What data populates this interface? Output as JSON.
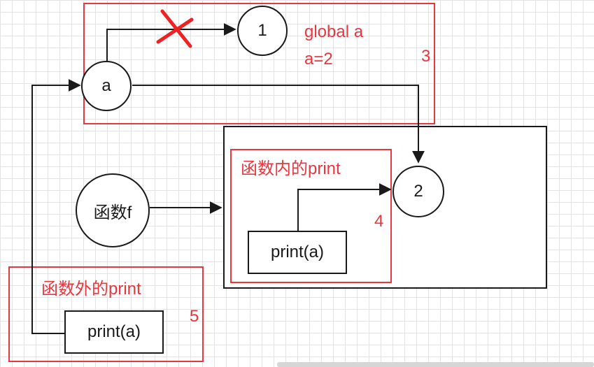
{
  "nodes": {
    "one": "1",
    "a": "a",
    "two": "2",
    "func": "函数f"
  },
  "code": {
    "inner_print": "print(a)",
    "outer_print": "print(a)"
  },
  "annotations": {
    "global_line1": "global a",
    "global_line2": "a=2",
    "label_3": "3",
    "label_4": "4",
    "label_5": "5",
    "inner_title": "函数内的print",
    "outer_title": "函数外的print"
  },
  "colors": {
    "annotation_red": "#e8373f",
    "stroke": "#1a1a1a"
  }
}
